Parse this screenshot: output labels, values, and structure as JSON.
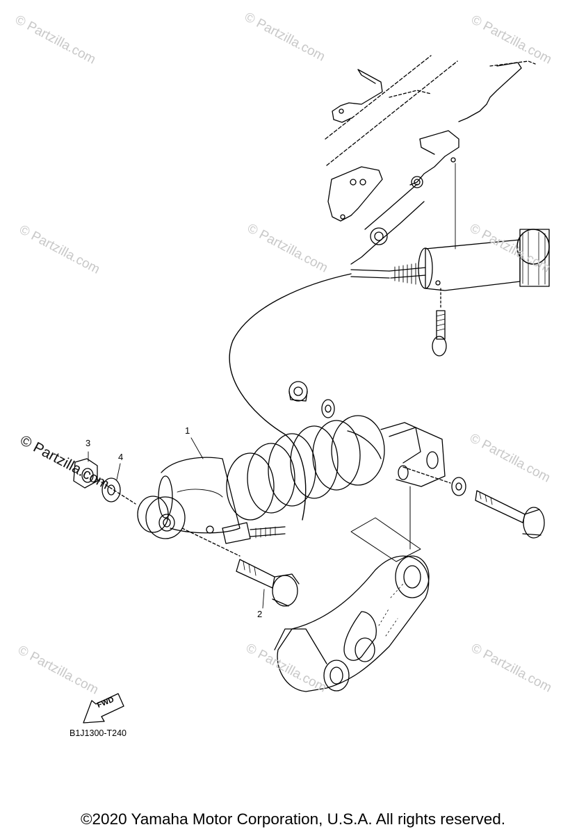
{
  "watermark": {
    "text": "© Partzilla.com"
  },
  "callouts": [
    "1",
    "2",
    "3",
    "4"
  ],
  "arrow": {
    "label": "FWD"
  },
  "diagram_code": "B1J1300-T240",
  "copyright": "©2020 Yamaha Motor Corporation, U.S.A. All rights reserved."
}
